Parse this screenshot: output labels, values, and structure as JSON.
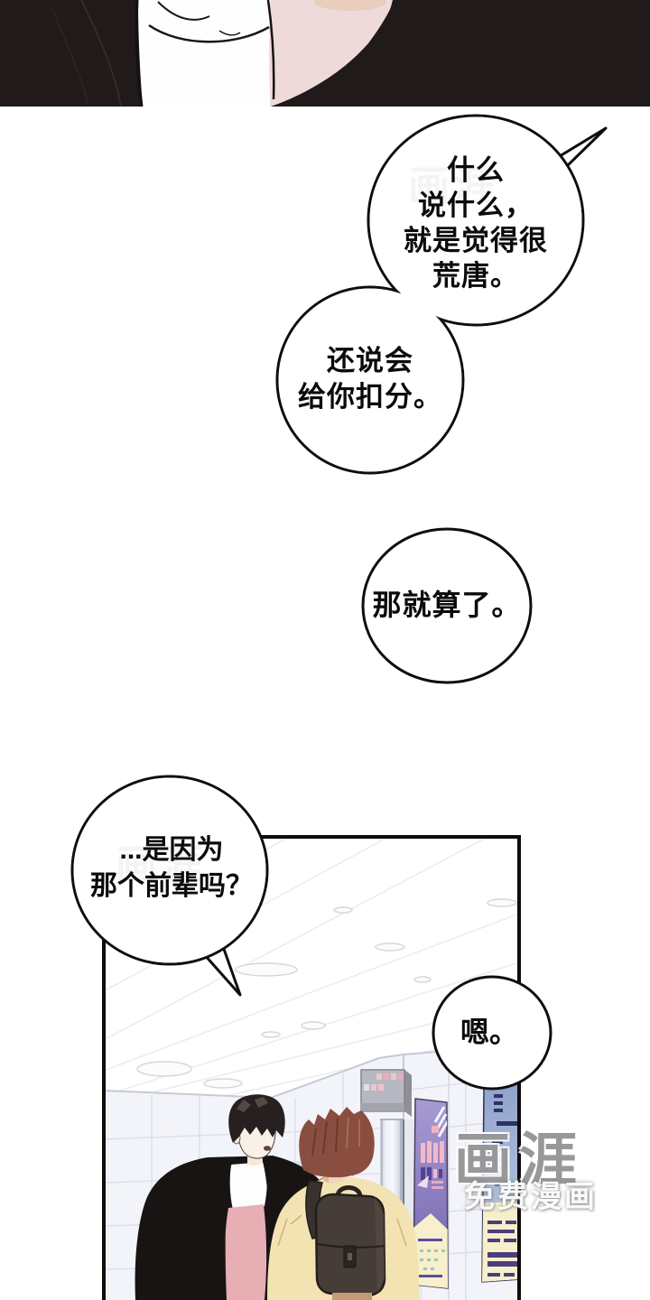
{
  "page": {
    "kind": "webtoon-comic-page",
    "background": "#ffffff"
  },
  "speech_bubbles": [
    {
      "id": "bubble-1",
      "text": "什么\n说什么，\n就是觉得很\n荒唐。",
      "tail": "top-right"
    },
    {
      "id": "bubble-2",
      "text": "还说会\n给你扣分。",
      "tail": "none"
    },
    {
      "id": "bubble-3",
      "text": "那就算了。",
      "tail": "none"
    },
    {
      "id": "bubble-4",
      "text": "...是因为\n那个前辈吗？",
      "tail": "bottom-right"
    },
    {
      "id": "bubble-5",
      "text": "嗯。",
      "tail": "none"
    }
  ],
  "watermark": {
    "logo": "画涯",
    "subtitle": "免费漫画"
  },
  "colors": {
    "bubble_border": "#0f0d0d",
    "panel_border": "#0e0c0c",
    "top_jacket": "#211a1a",
    "wall_tile": "#f3f4f9",
    "tile_line": "#dce0ea",
    "poster_purple": "#7d6fb6",
    "poster_pink_bar": "#f4b8c8",
    "poster_cream": "#f8efcd",
    "poster_blue": "#8fa3cc",
    "poster_navy_text": "#2e3462",
    "hair_left": "#262020",
    "hair_right": "#8a4e40",
    "jacket_left": "#191414",
    "jacket_right_tan": "#f3e3b3",
    "shirt_pink": "#e7aeb4",
    "backpack": "#463d38",
    "watermark_gray": "#8a8a8c"
  }
}
